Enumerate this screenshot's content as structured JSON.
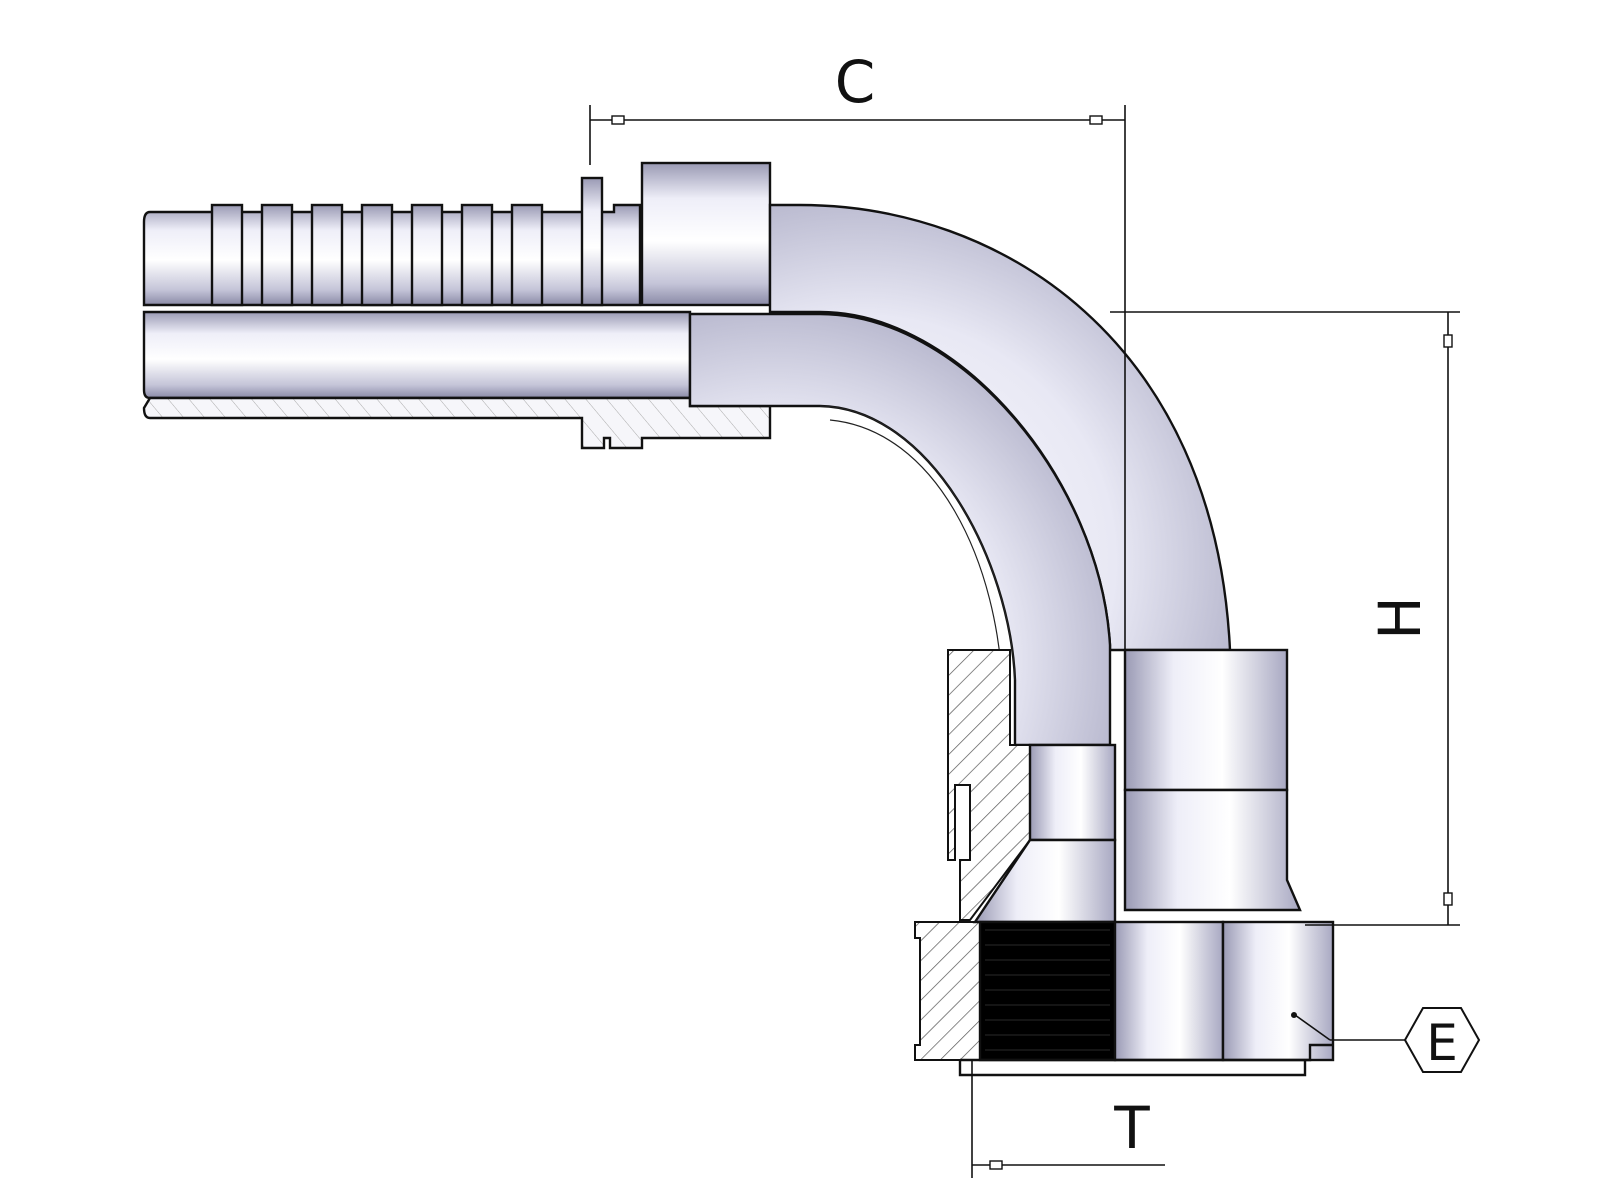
{
  "drawing": {
    "labels": {
      "c": "C",
      "h": "H",
      "t": "T",
      "e": "E"
    }
  },
  "colors": {
    "line": "#111111",
    "metal_light": "#f4f4fb",
    "metal_mid": "#c9c9dc",
    "metal_dark": "#8c8ca8",
    "thread": "#000000",
    "background": "#ffffff"
  }
}
